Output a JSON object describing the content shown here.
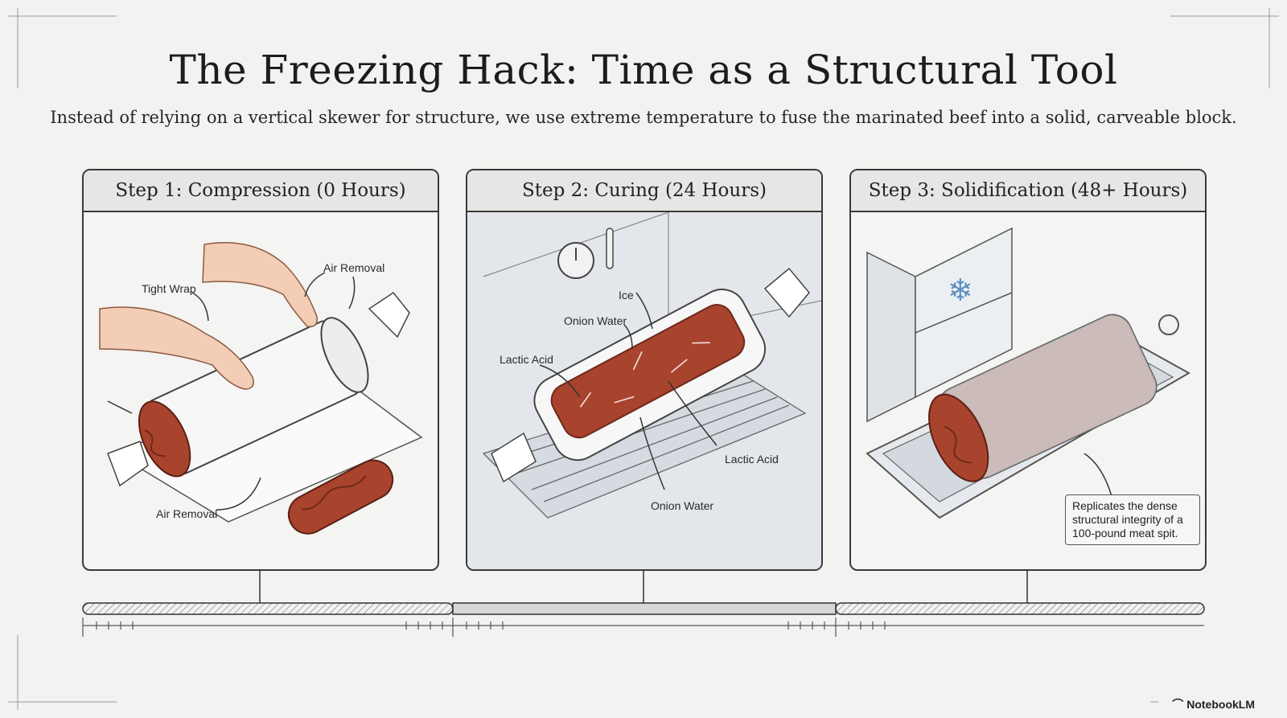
{
  "title": "The Freezing Hack: Time as a Structural Tool",
  "subtitle": "Instead of relying on a vertical skewer for structure, we use extreme temperature to fuse the marinated beef into a solid, carveable block.",
  "steps": [
    {
      "header": "Step 1: Compression (0 Hours)",
      "labels": {
        "tight_wrap": "Tight Wrap",
        "air_removal_top": "Air Removal",
        "air_removal_bottom": "Air Removal"
      }
    },
    {
      "header": "Step 2: Curing (24 Hours)",
      "labels": {
        "ice": "Ice",
        "onion_water_top": "Onion Water",
        "lactic_acid_left": "Lactic Acid",
        "lactic_acid_right": "Lactic Acid",
        "onion_water_bottom": "Onion Water"
      }
    },
    {
      "header": "Step 3: Solidification (48+ Hours)",
      "callout": "Replicates the dense structural integrity of a 100-pound meat spit."
    }
  ],
  "brand": {
    "name": "NotebookLM",
    "icon": "notebooklm-logo-icon"
  },
  "colors": {
    "meat": "#a8432e",
    "meat_dark": "#6e2a1c",
    "frost": "#d9dde3",
    "ink": "#3a3a3a"
  }
}
